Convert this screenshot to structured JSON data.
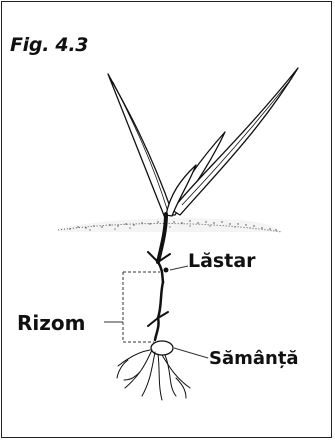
{
  "figure": {
    "title": "Fig. 4.3",
    "labels": {
      "shoot": "Lăstar",
      "rhizome": "Rizom",
      "seed": "Sămânță"
    }
  }
}
